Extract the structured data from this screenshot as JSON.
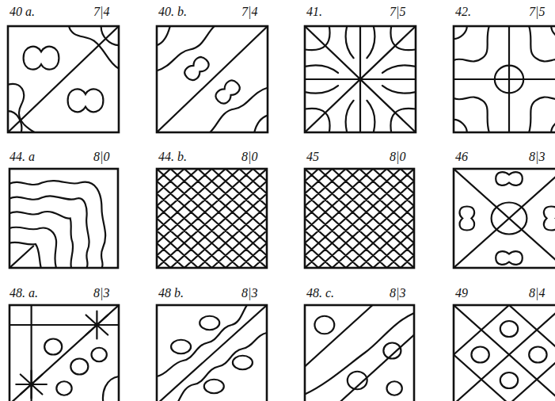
{
  "diagram": {
    "labels": [
      "40 a.",
      "7|4",
      "40. b.",
      "7|4",
      "41.",
      "7|5",
      "42.",
      "7|5",
      "44. a",
      "8|0",
      "44. b.",
      "8|0",
      "45",
      "8|0",
      "46",
      "8|3",
      "48. a.",
      "8|3",
      "48 b.",
      "8|3",
      "48. c.",
      "8|3",
      "49",
      "8|4"
    ]
  }
}
